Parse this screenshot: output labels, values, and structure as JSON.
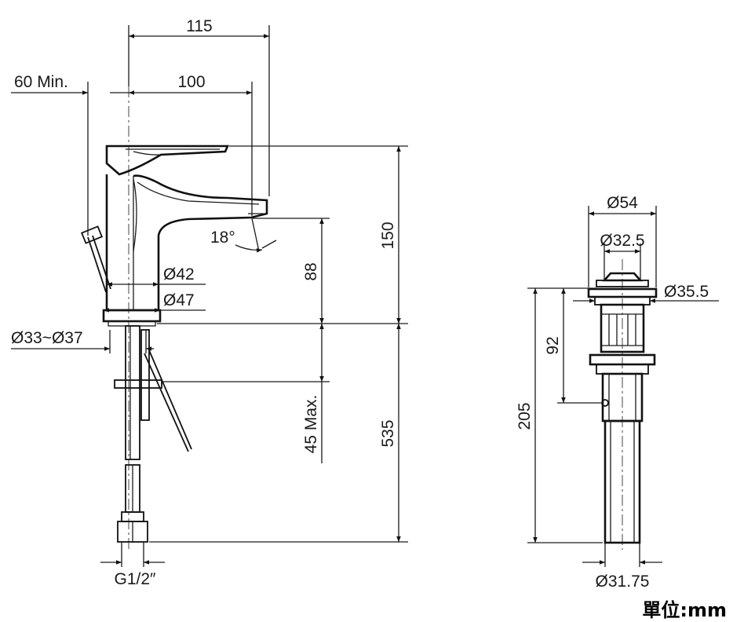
{
  "drawing": {
    "faucet_dimensions": {
      "overall_reach": "115",
      "spout_reach": "100",
      "lever_clearance": "60 Min.",
      "height_overall": "150",
      "spout_height": "88",
      "spout_angle": "18°",
      "body_dia_upper": "Ø42",
      "body_dia_base": "Ø47",
      "hole_dia": "Ø33~Ø37",
      "deck_thickness": "45 Max.",
      "hose_length": "535",
      "inlet_thread": "G1/2″"
    },
    "drain_dimensions": {
      "flange_dia": "Ø54",
      "cap_dia": "Ø32.5",
      "overflow_dia": "Ø35.5",
      "height_to_rod": "92",
      "overall_height": "205",
      "tail_dia": "Ø31.75"
    },
    "unit_label": "單位:mm"
  }
}
